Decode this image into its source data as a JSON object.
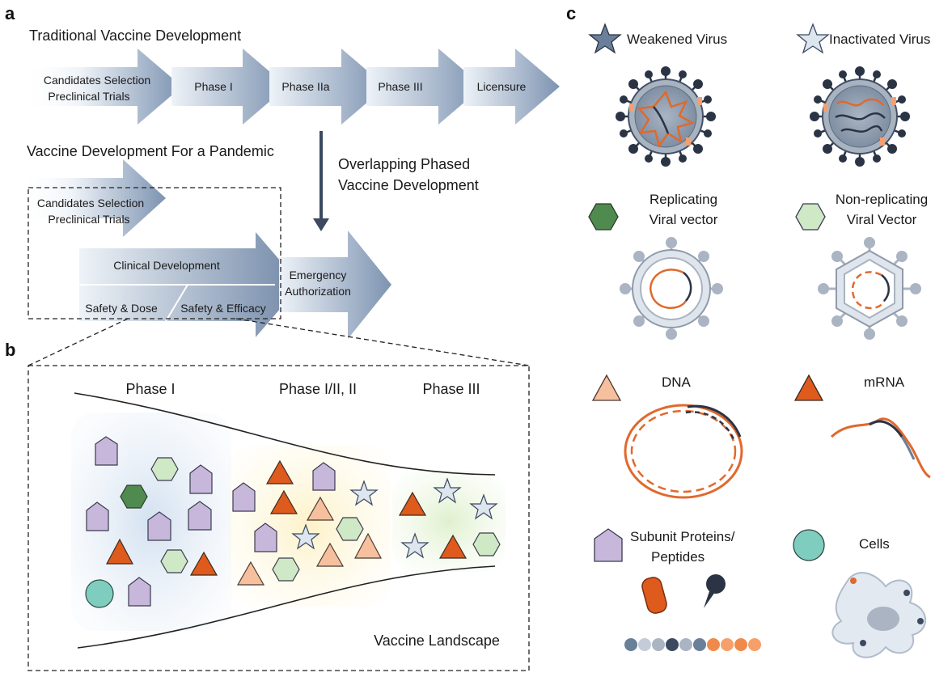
{
  "panels": {
    "a": "a",
    "b": "b",
    "c": "c"
  },
  "panel_a": {
    "traditional_title": "Traditional Vaccine Development",
    "traditional_steps": [
      {
        "line1": "Candidates Selection",
        "line2": "Preclinical Trials"
      },
      {
        "line1": "Phase I",
        "line2": ""
      },
      {
        "line1": "Phase IIa",
        "line2": ""
      },
      {
        "line1": "Phase III",
        "line2": ""
      },
      {
        "line1": "Licensure",
        "line2": ""
      }
    ],
    "overlap_label_line1": "Overlapping Phased",
    "overlap_label_line2": "Vaccine Development",
    "pandemic_title": "Vaccine Development For a Pandemic",
    "pandemic_candidates_line1": "Candidates Selection",
    "pandemic_candidates_line2": "Preclinical Trials",
    "clinical_development": "Clinical Development",
    "safety_dose": "Safety & Dose",
    "safety_efficacy": "Safety & Efficacy",
    "emergency_line1": "Emergency",
    "emergency_line2": "Authorization"
  },
  "panel_b": {
    "phases": [
      "Phase I",
      "Phase I/II, II",
      "Phase III"
    ],
    "landscape_label": "Vaccine Landscape"
  },
  "panel_c": {
    "platforms": [
      {
        "line1": "Weakened Virus",
        "line2": "",
        "icon": "star-dark-icon"
      },
      {
        "line1": "Inactivated Virus",
        "line2": "",
        "icon": "star-light-icon"
      },
      {
        "line1": "Replicating",
        "line2": "Viral vector",
        "icon": "hexagon-dark-green-icon"
      },
      {
        "line1": "Non-replicating",
        "line2": "Viral Vector",
        "icon": "hexagon-light-green-icon"
      },
      {
        "line1": "DNA",
        "line2": "",
        "icon": "triangle-peach-icon"
      },
      {
        "line1": "mRNA",
        "line2": "",
        "icon": "triangle-orange-icon"
      },
      {
        "line1": "Subunit Proteins/",
        "line2": "Peptides",
        "icon": "pentagon-purple-icon"
      },
      {
        "line1": "Cells",
        "line2": "",
        "icon": "circle-teal-icon"
      }
    ]
  },
  "colors": {
    "arrow_dark": "#6f87a7",
    "arrow_light": "#e6edf5",
    "purple": "#c7b8db",
    "dark_green": "#4f8a4f",
    "light_green": "#cfe8c5",
    "orange": "#de5a1d",
    "peach": "#f6c09f",
    "teal": "#7fcdbf",
    "star_dark": "#6a7f99",
    "star_light": "#dde5ef"
  }
}
